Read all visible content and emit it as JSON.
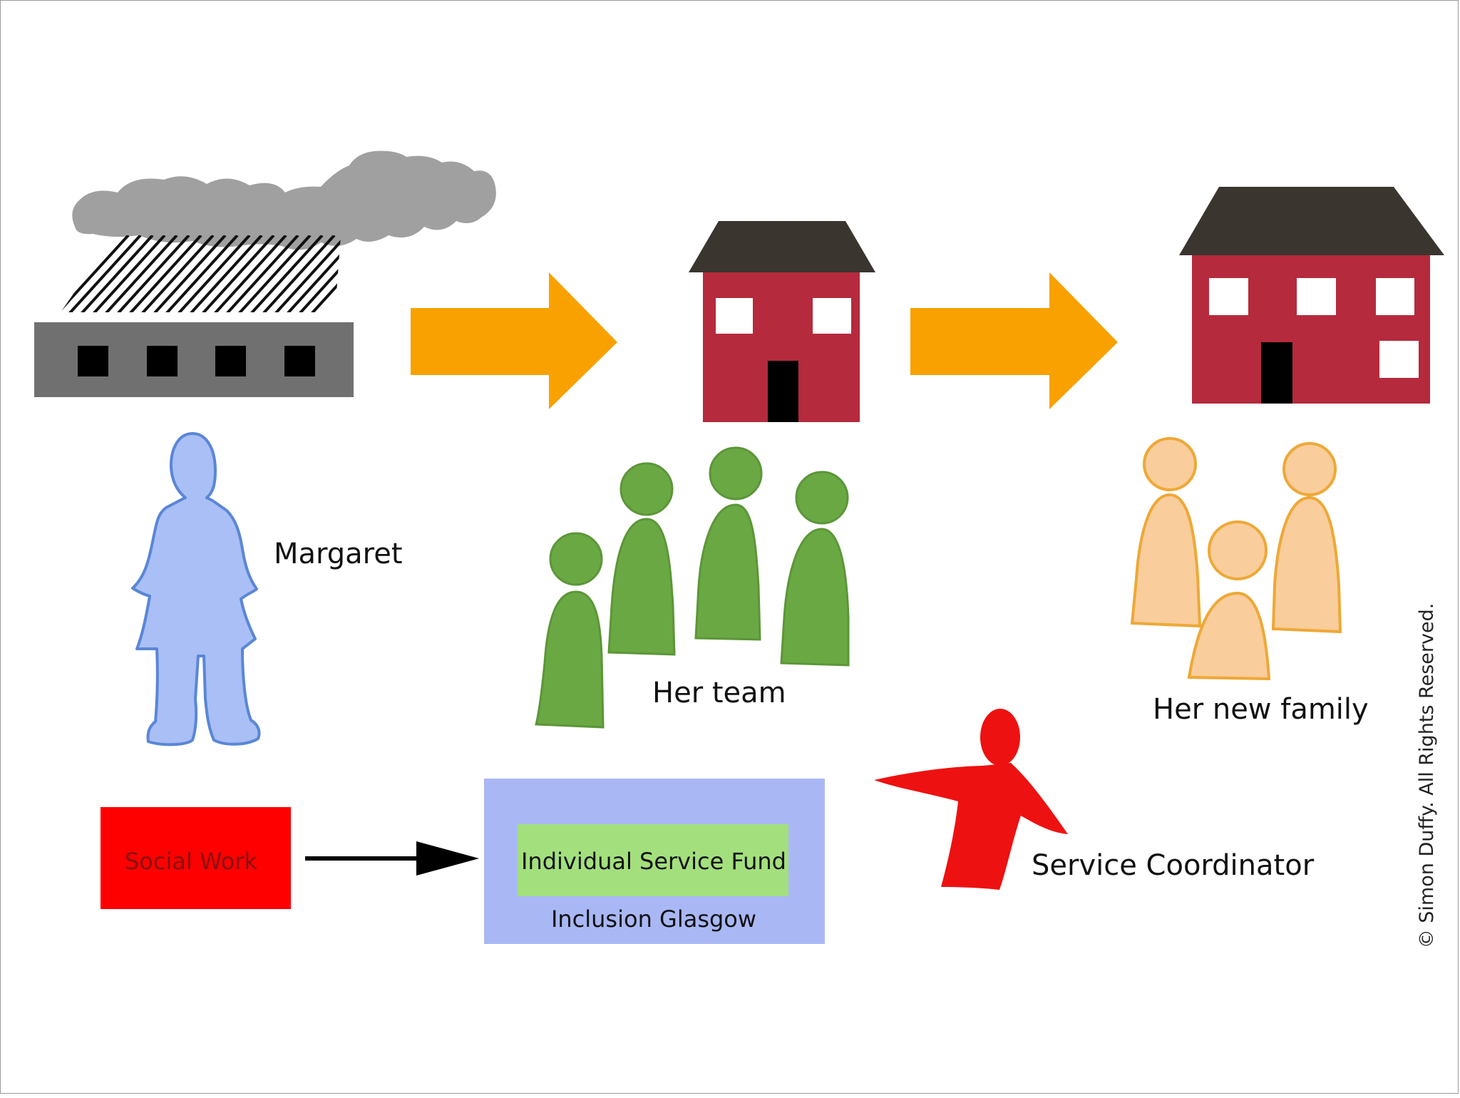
{
  "labels": {
    "margaret": "Margaret",
    "team": "Her team",
    "family": "Her new family",
    "service_coordinator": "Service Coordinator",
    "social_work": "Social Work",
    "isf": "Individual Service Fund",
    "inclusion_glasgow": "Inclusion Glasgow",
    "copyright": "© Simon Duffy. All Rights Reserved."
  },
  "colors": {
    "cloud": "#a0a0a0",
    "institution": "#707070",
    "arrow_orange": "#f8a100",
    "house_wall": "#b52a3c",
    "roof": "#3b3530",
    "margaret_fill": "#a9bff5",
    "margaret_stroke": "#5a86d6",
    "team_green": "#6aa844",
    "family_fill": "#f9cd9c",
    "family_stroke": "#eea836",
    "coordinator_red": "#ee1111",
    "social_work_red": "#ff0000",
    "glasgow_box": "#a9b8f5",
    "isf_box": "#a3e07d"
  }
}
